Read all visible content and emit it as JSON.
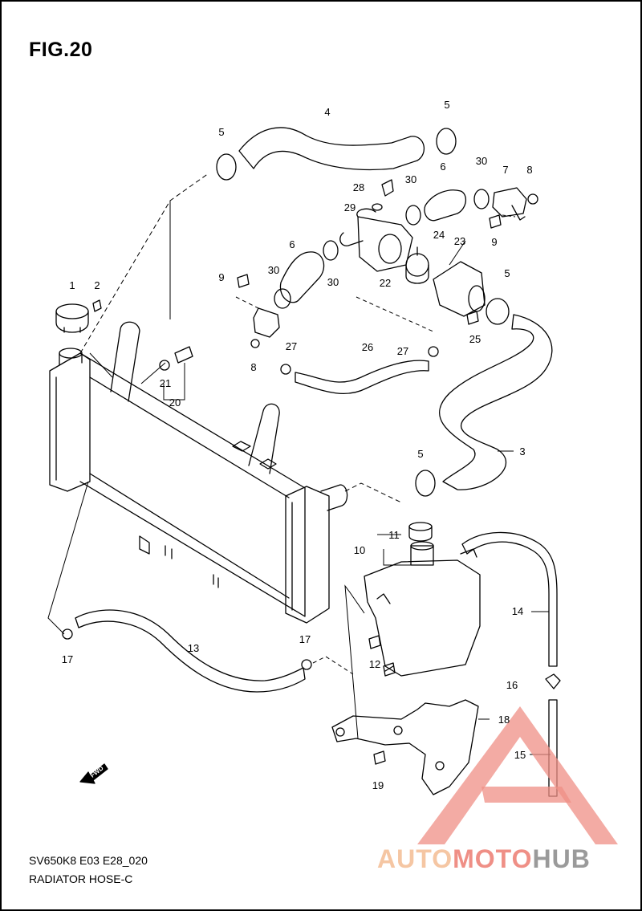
{
  "figure": {
    "title": "FIG.20",
    "code": "SV650K8 E03 E28_020",
    "name": "RADIATOR HOSE-C",
    "fwd_label": "FWD"
  },
  "callouts": [
    {
      "id": "c1",
      "label": "1"
    },
    {
      "id": "c2",
      "label": "2"
    },
    {
      "id": "c3",
      "label": "3"
    },
    {
      "id": "c4",
      "label": "4"
    },
    {
      "id": "c5a",
      "label": "5"
    },
    {
      "id": "c5b",
      "label": "5"
    },
    {
      "id": "c5c",
      "label": "5"
    },
    {
      "id": "c5d",
      "label": "5"
    },
    {
      "id": "c6a",
      "label": "6"
    },
    {
      "id": "c6b",
      "label": "6"
    },
    {
      "id": "c7",
      "label": "7"
    },
    {
      "id": "c8a",
      "label": "8"
    },
    {
      "id": "c8b",
      "label": "8"
    },
    {
      "id": "c9a",
      "label": "9"
    },
    {
      "id": "c9b",
      "label": "9"
    },
    {
      "id": "c10",
      "label": "10"
    },
    {
      "id": "c11",
      "label": "11"
    },
    {
      "id": "c12",
      "label": "12"
    },
    {
      "id": "c13",
      "label": "13"
    },
    {
      "id": "c14",
      "label": "14"
    },
    {
      "id": "c15",
      "label": "15"
    },
    {
      "id": "c16",
      "label": "16"
    },
    {
      "id": "c17a",
      "label": "17"
    },
    {
      "id": "c17b",
      "label": "17"
    },
    {
      "id": "c18",
      "label": "18"
    },
    {
      "id": "c19",
      "label": "19"
    },
    {
      "id": "c20",
      "label": "20"
    },
    {
      "id": "c21",
      "label": "21"
    },
    {
      "id": "c22",
      "label": "22"
    },
    {
      "id": "c23",
      "label": "23"
    },
    {
      "id": "c24",
      "label": "24"
    },
    {
      "id": "c25",
      "label": "25"
    },
    {
      "id": "c26",
      "label": "26"
    },
    {
      "id": "c27a",
      "label": "27"
    },
    {
      "id": "c27b",
      "label": "27"
    },
    {
      "id": "c28",
      "label": "28"
    },
    {
      "id": "c29",
      "label": "29"
    },
    {
      "id": "c30a",
      "label": "30"
    },
    {
      "id": "c30b",
      "label": "30"
    },
    {
      "id": "c30c",
      "label": "30"
    },
    {
      "id": "c30d",
      "label": "30"
    }
  ],
  "watermark": {
    "part1": "AUTO",
    "part2": "MOTO",
    "part3": "HUB",
    "colors": {
      "auto": "#f5c6a3",
      "moto": "#ef8f86",
      "hub": "#9a9a9a",
      "triangle": "#ef8f86"
    }
  }
}
